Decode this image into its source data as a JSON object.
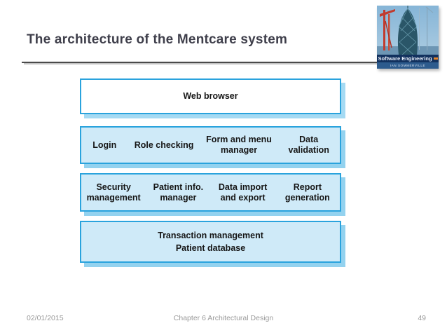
{
  "slide": {
    "title": "The architecture of the Mentcare system",
    "footer": {
      "date": "02/01/2015",
      "chapter": "Chapter 6 Architectural Design",
      "page": "49"
    }
  },
  "book_cover": {
    "title": "Software Engineering",
    "author": "IAN SOMMERVILLE"
  },
  "diagram": {
    "layers": [
      {
        "id": "web-browser",
        "cells": [
          {
            "lines": [
              "Web browser"
            ]
          }
        ]
      },
      {
        "id": "ui-components",
        "cells": [
          {
            "lines": [
              "Login"
            ]
          },
          {
            "lines": [
              "Role checking"
            ]
          },
          {
            "lines": [
              "Form and menu",
              "manager"
            ]
          },
          {
            "lines": [
              "Data",
              "validation"
            ]
          }
        ]
      },
      {
        "id": "service-components",
        "cells": [
          {
            "lines": [
              "Security",
              "management"
            ]
          },
          {
            "lines": [
              "Patient info.",
              "manager"
            ]
          },
          {
            "lines": [
              "Data import",
              "and export"
            ]
          },
          {
            "lines": [
              "Report",
              "generation"
            ]
          }
        ]
      },
      {
        "id": "data-layer",
        "cells": [
          {
            "lines": [
              "Transaction management",
              "Patient database"
            ]
          }
        ]
      }
    ]
  },
  "colors": {
    "accent_blue_border": "#2aa3dd",
    "box_fill_blue": "#cfeaf8",
    "box_shadow_blue": "#93d2ef",
    "browser_shadow_blue": "#a5daf3",
    "title_color": "#3f3f4b",
    "footer_gray": "#9a9a9a",
    "rule_dark": "#4a4a4a"
  }
}
